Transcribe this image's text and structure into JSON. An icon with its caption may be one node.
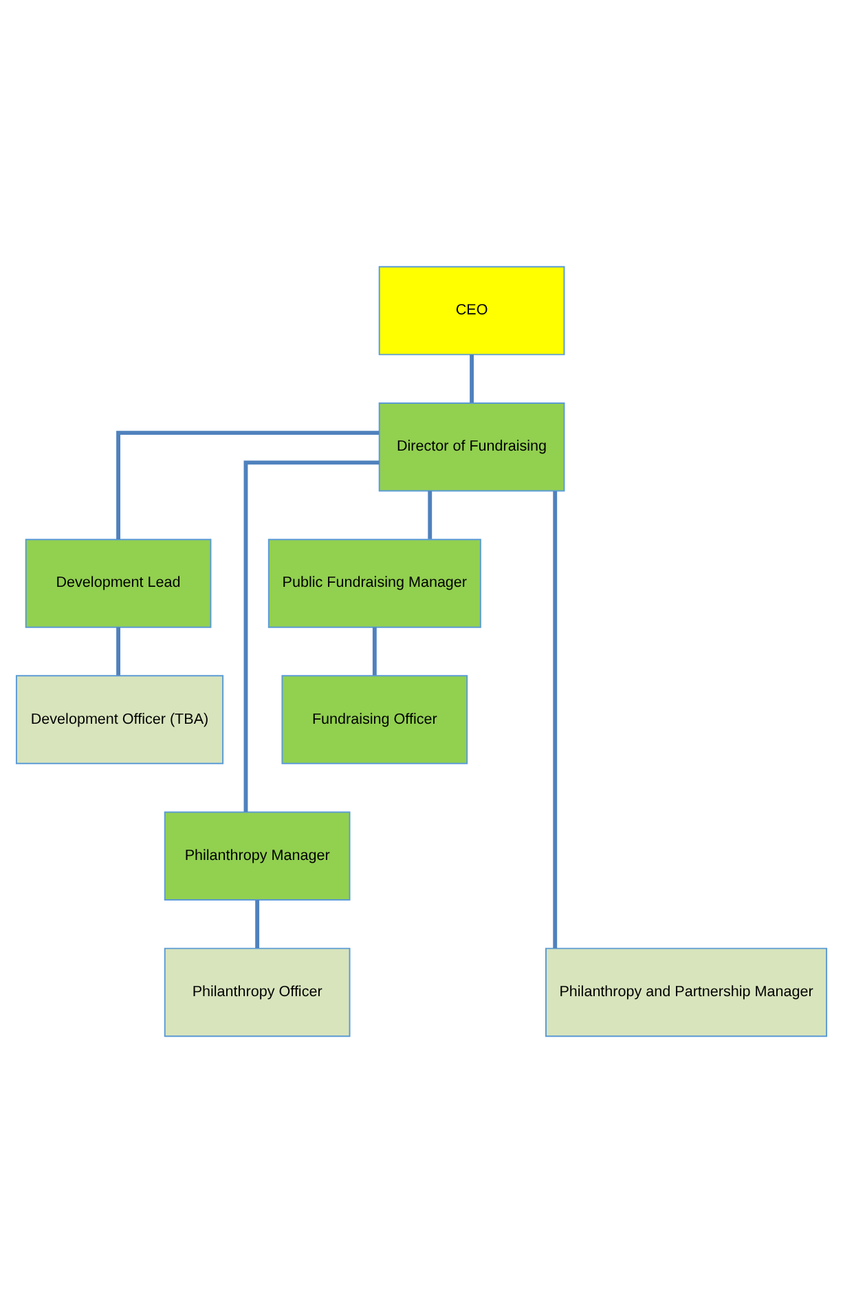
{
  "diagram": {
    "nodes": [
      {
        "text": [
          "CEO"
        ]
      },
      {
        "text": [
          "Director of Fundraising"
        ]
      },
      {
        "text": [
          "Development Lead"
        ]
      },
      {
        "text": [
          "Public Fundraising Manager"
        ]
      },
      {
        "text": [
          "Development Officer (TBA)"
        ]
      },
      {
        "text": [
          "Fundraising Officer"
        ]
      },
      {
        "text": [
          "Philanthropy Manager"
        ]
      },
      {
        "text": [
          "Philanthropy Officer"
        ]
      },
      {
        "text": [
          "Philanthropy and Partnership Manager"
        ]
      }
    ],
    "edges": [
      {
        "from": 0,
        "to": 1,
        "arrow": "none"
      },
      {
        "from": 1,
        "to": 2,
        "arrow": "none"
      },
      {
        "from": 1,
        "to": 3,
        "arrow": "none"
      },
      {
        "from": 2,
        "to": 4,
        "arrow": "none"
      },
      {
        "from": 3,
        "to": 5,
        "arrow": "none"
      },
      {
        "from": 1,
        "to": 6,
        "arrow": "none"
      },
      {
        "from": 6,
        "to": 7,
        "arrow": "none"
      },
      {
        "from": 1,
        "to": 8,
        "arrow": "none"
      }
    ]
  }
}
